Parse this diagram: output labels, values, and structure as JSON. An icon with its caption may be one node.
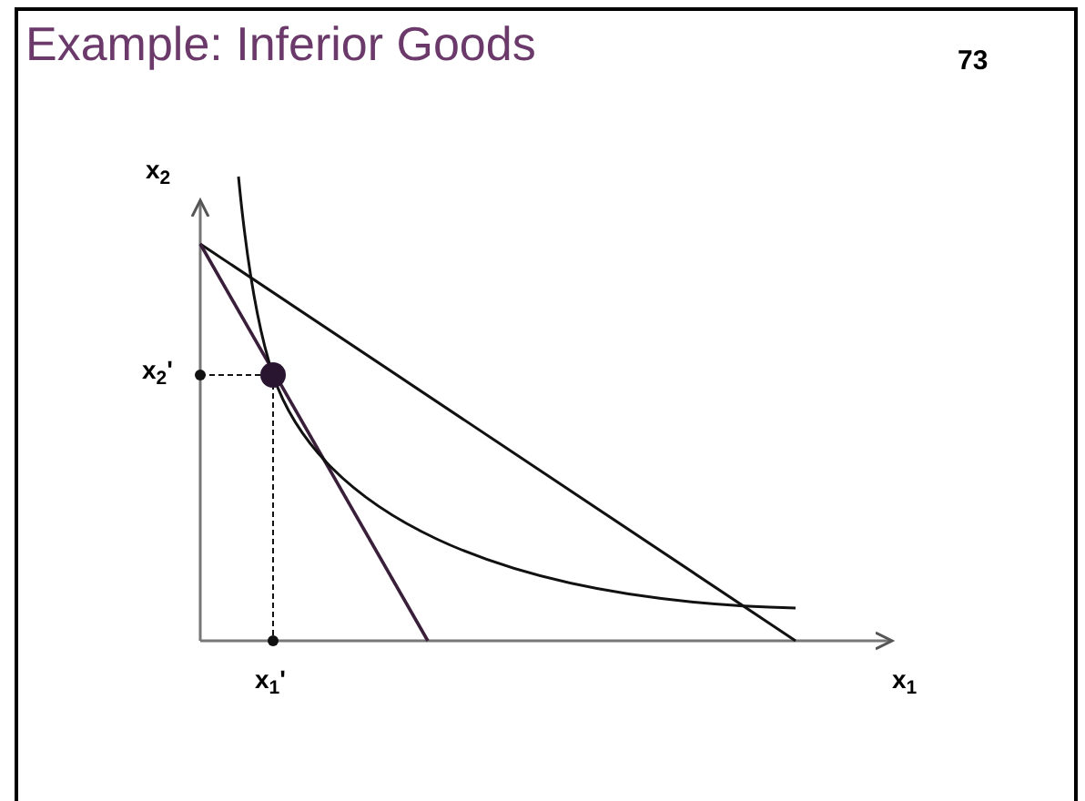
{
  "diagram": {
    "title": "Example: Inferior Goods",
    "labels": [
      "73",
      "x$_{2}$",
      "x$_{2}$'",
      "x$_{1}$'",
      "x$_{1}$"
    ]
  }
}
